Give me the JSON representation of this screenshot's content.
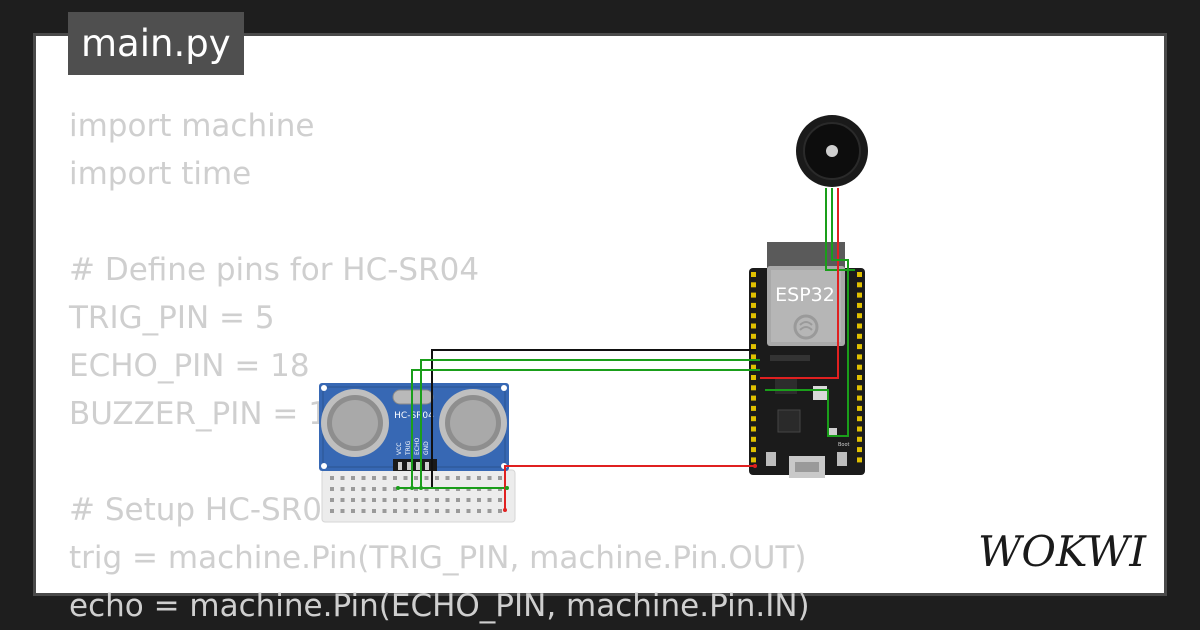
{
  "editor": {
    "filename": "main.py",
    "code_lines": [
      "import machine",
      "import time",
      "",
      "# Define pins for HC-SR04",
      "TRIG_PIN = 5",
      "ECHO_PIN = 18",
      "BUZZER_PIN = 15",
      "",
      "# Setup HC-SR04",
      "trig = machine.Pin(TRIG_PIN, machine.Pin.OUT)",
      "echo = machine.Pin(ECHO_PIN, machine.Pin.IN)"
    ]
  },
  "circuit": {
    "sensor_label": "HC-SR04",
    "sensor_pins": [
      "VCC",
      "TRIG",
      "ECHO",
      "GND"
    ],
    "board_label": "ESP32",
    "boot_label": "Boot",
    "wire_colors": {
      "signal": "#1a9e1a",
      "power": "#e02020",
      "ground": "#111111"
    }
  },
  "brand": {
    "logo_text": "WOKWI"
  }
}
